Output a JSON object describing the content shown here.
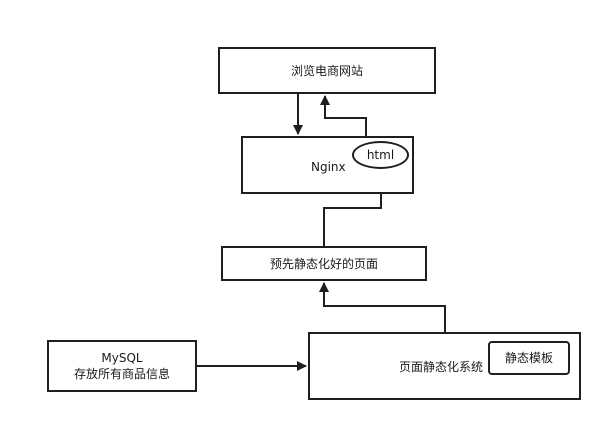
{
  "nodes": {
    "browse": {
      "label": "浏览电商网站"
    },
    "nginx": {
      "label": "Nginx"
    },
    "html_cache": {
      "label": "html"
    },
    "prestatic": {
      "label": "预先静态化好的页面"
    },
    "mysql": {
      "line1": "MySQL",
      "line2": "存放所有商品信息"
    },
    "static_system": {
      "label": "页面静态化系统"
    },
    "static_template": {
      "label": "静态模板"
    }
  },
  "edges": [
    {
      "from": "browse",
      "to": "nginx"
    },
    {
      "from": "html_cache",
      "to": "browse"
    },
    {
      "from": "prestatic",
      "to": "html_cache"
    },
    {
      "from": "static_system",
      "to": "prestatic"
    },
    {
      "from": "mysql",
      "to": "static_system"
    }
  ],
  "colors": {
    "stroke": "#1f1f1f",
    "background": "#ffffff"
  }
}
